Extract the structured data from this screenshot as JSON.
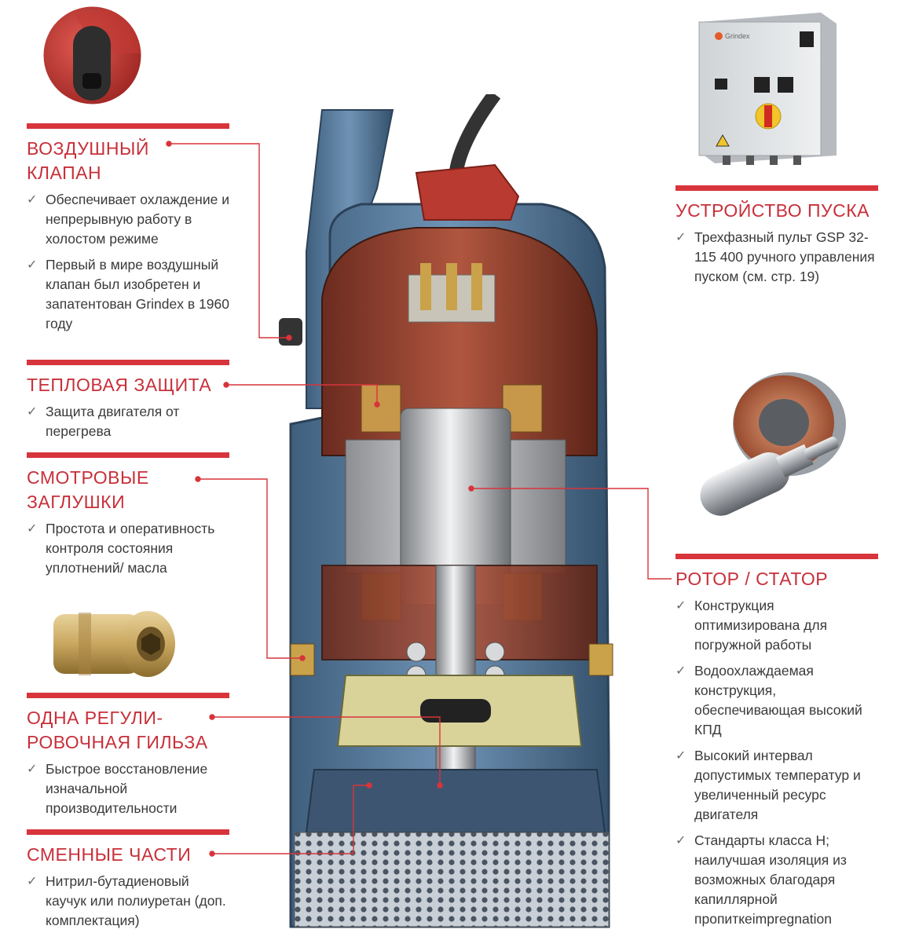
{
  "colors": {
    "accent": "#d8343b",
    "text": "#3a3a3a"
  },
  "sections": {
    "air_valve": {
      "title_lines": [
        "ВОЗДУШНЫЙ",
        "КЛАПАН"
      ],
      "bullets": [
        "Обеспечивает охлаждение и непрерывную работу в холостом режиме",
        "Первый в мире воздушный клапан был изобретен и запатентован Grindex в 1960 году"
      ]
    },
    "thermal": {
      "title_lines": [
        "ТЕПЛОВАЯ ЗАЩИТА"
      ],
      "bullets": [
        "Защита двигателя от перегрева"
      ]
    },
    "plugs": {
      "title_lines": [
        "СМОТРОВЫЕ",
        "ЗАГЛУШКИ"
      ],
      "bullets": [
        "Простота и оперативность контроля состояния уплотнений/ масла"
      ]
    },
    "sleeve": {
      "title_lines": [
        "ОДНА РЕГУЛИ-",
        "РОВОЧНАЯ ГИЛЬЗА"
      ],
      "bullets": [
        "Быстрое восстановление изначальной производительности"
      ]
    },
    "parts": {
      "title_lines": [
        "СМЕННЫЕ ЧАСТИ"
      ],
      "bullets": [
        "Нитрил-бутадиеновый каучук или полиуретан (доп. комплектация)"
      ]
    },
    "starter": {
      "title_lines": [
        "УСТРОЙСТВО ПУСКА"
      ],
      "bullets": [
        "Трехфазный пульт GSP 32-115 400 ручного управления пуском (см. стр. 19)"
      ]
    },
    "rotor": {
      "title_lines": [
        "РОТОР / СТАТОР"
      ],
      "bullets": [
        "Конструкция оптимизирована для погружной работы",
        "Водоохлаждаемая конструкция, обеспечивающая высокий КПД",
        "Высокий интервал допустимых температур и увеличенный ресурс двигателя",
        "Стандарты класса H; наилучшая изоляция из возможных благодаря капиллярной пропиткеimpregnation"
      ]
    }
  },
  "control_box": {
    "brand": "Grindex"
  }
}
